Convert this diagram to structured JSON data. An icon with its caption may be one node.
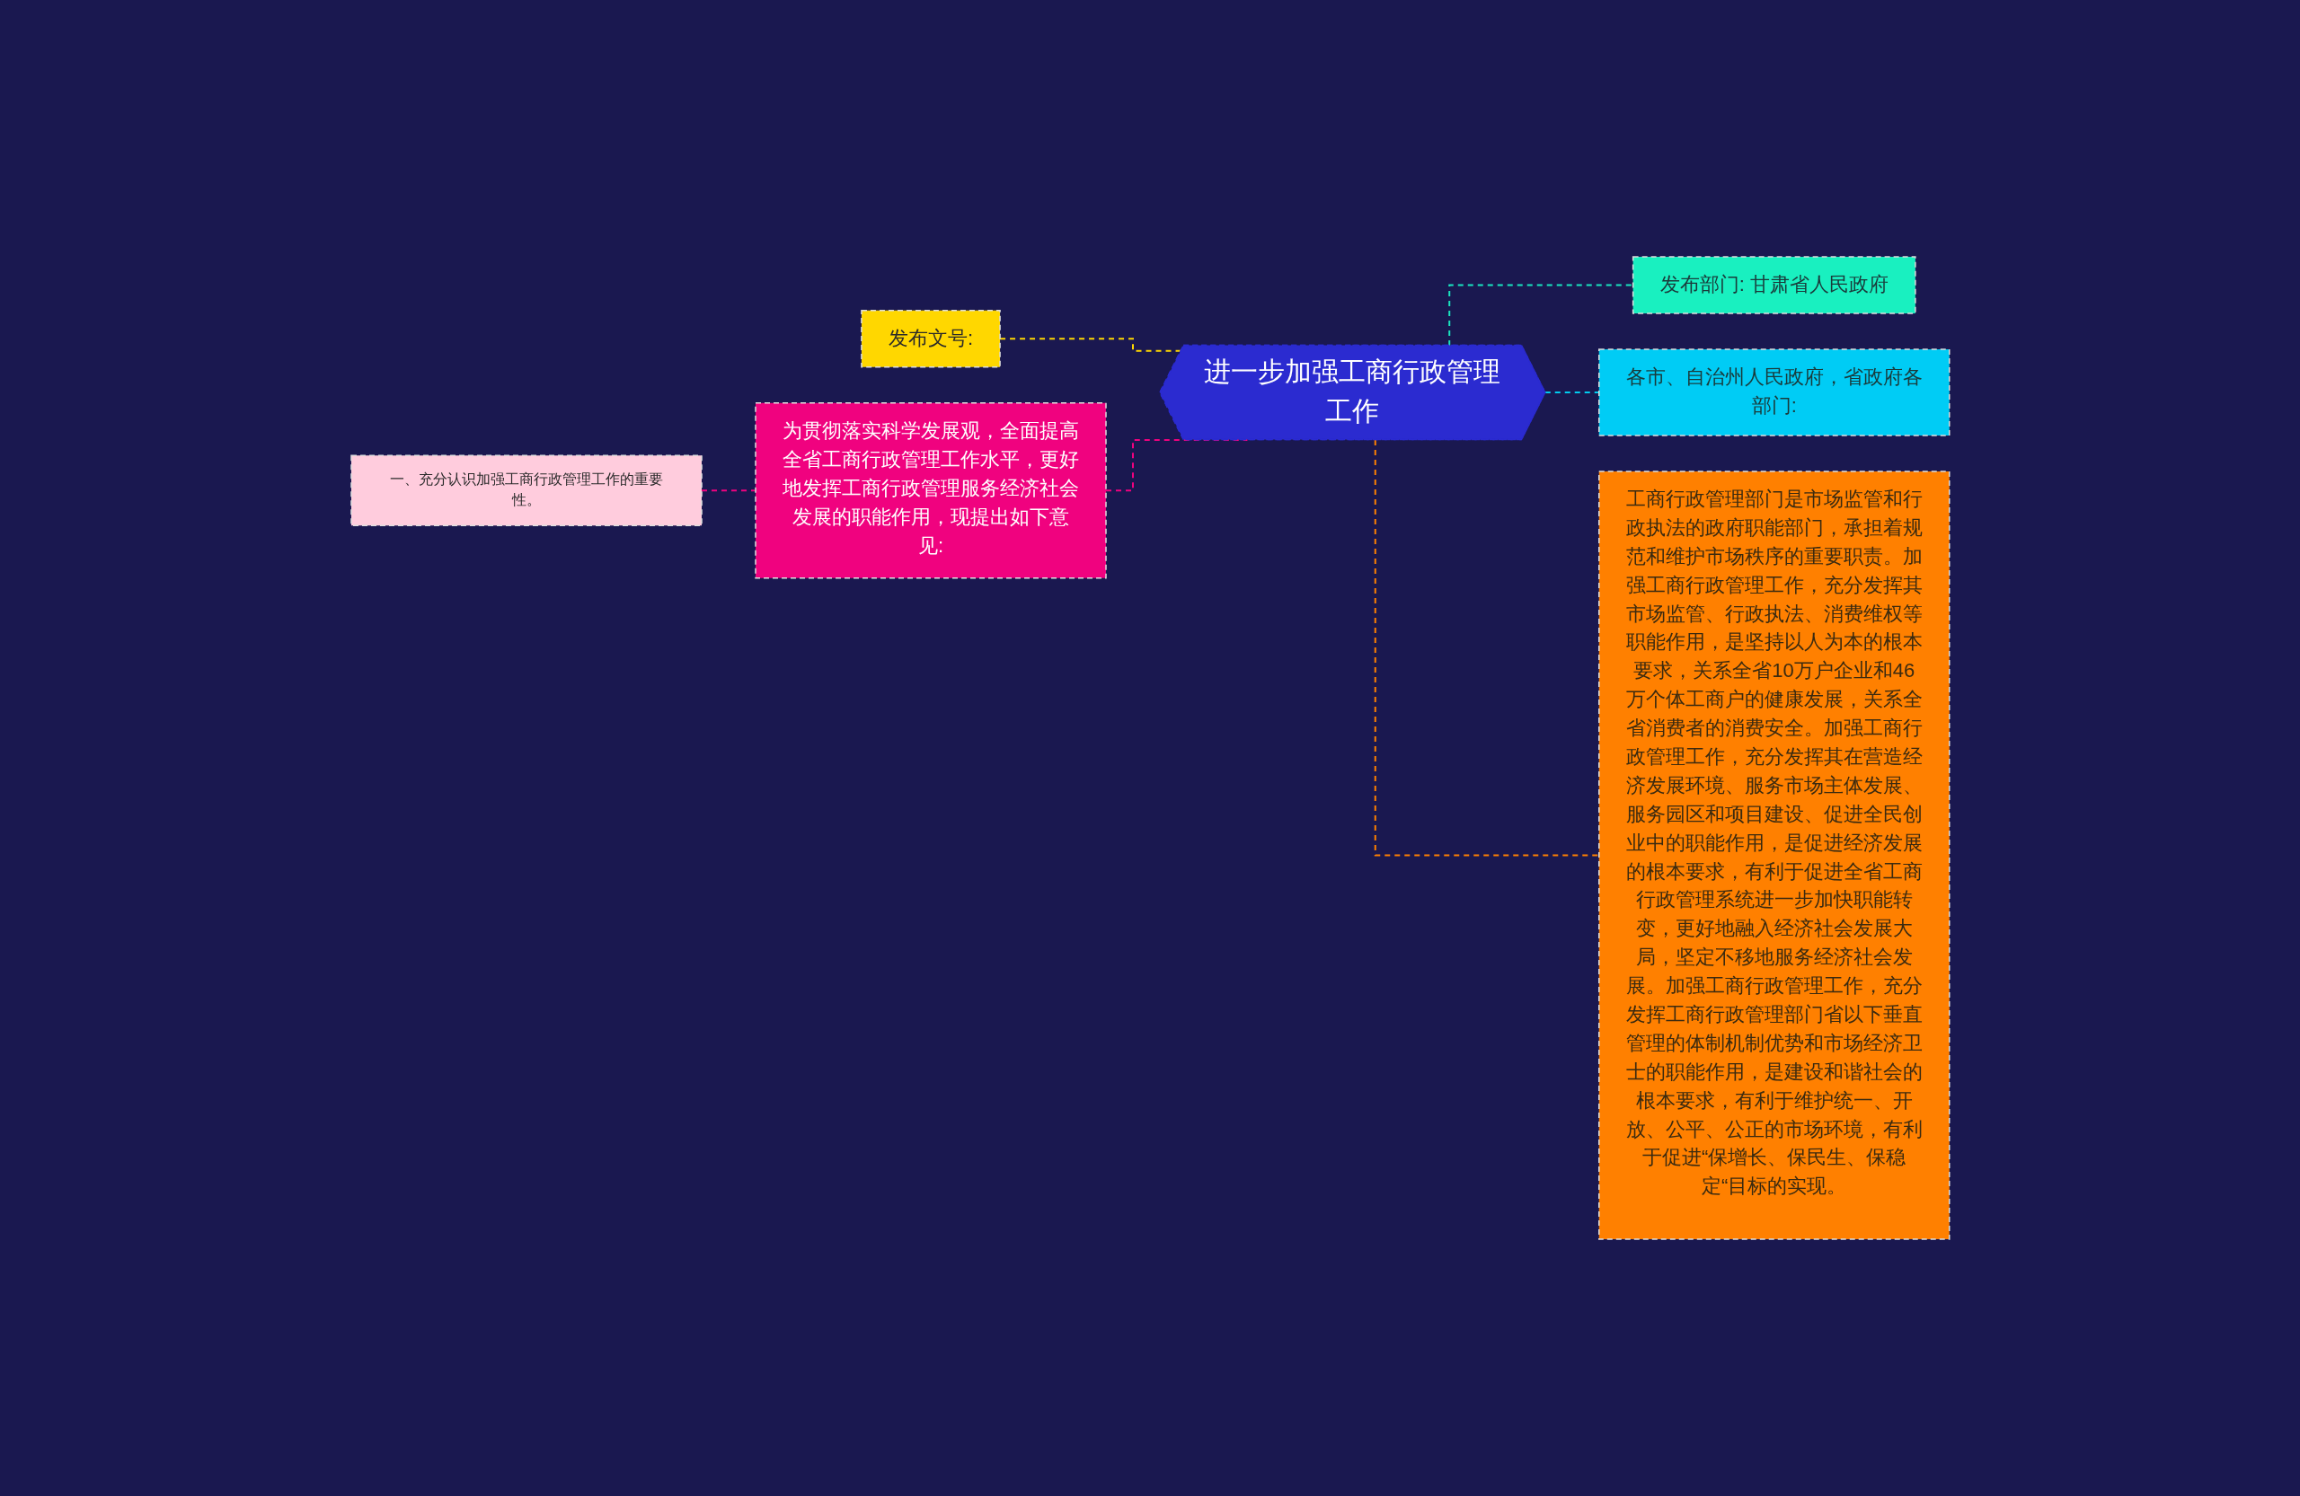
{
  "diagram": {
    "nodes": [
      {
        "text": [
          "进一步加强工商行政管理工作"
        ]
      },
      {
        "text": [
          "发布部门: 甘肃省人民政府"
        ]
      },
      {
        "text": [
          "各市、自治州人民政府，省政府各部门:"
        ]
      },
      {
        "text": [
          "工商行政管理部门是市场监管和行政执法的政府职能部门，承担着规范和维护市场秩序的重要职责。加强工商行政管理工作，充分发挥其市场监管、行政执法、消费维权等职能作用，是坚持以人为本的根本要求，关系全省10万户企业和46万个体工商户的健康发展，关系全省消费者的消费安全。加强工商行政管理工作，充分发挥其在营造经济发展环境、服务市场主体发展、服务园区和项目建设、促进全民创业中的职能作用，是促进经济发展的根本要求，有利于促进全省工商行政管理系统进一步加快职能转变，更好地融入经济社会发展大局，坚定不移地服务经济社会发展。加强工商行政管理工作，充分发挥工商行政管理部门省以下垂直管理的体制机制优势和市场经济卫士的职能作用，是建设和谐社会的根本要求，有利于维护统一、开放、公平、公正的市场环境，有利于促进“保增长、保民生、保稳定“目标的实现。"
        ]
      },
      {
        "text": [
          "发布文号:"
        ]
      },
      {
        "text": [
          "为贯彻落实科学发展观，全面提高全省工商行政管理工作水平，更好地发挥工商行政管理服务经济社会发展的职能作用，现提出如下意见:"
        ]
      },
      {
        "text": [
          "一、充分认识加强工商行政管理工作的重要性。"
        ]
      }
    ],
    "edges": [
      {
        "from": 0,
        "to": 1,
        "arrow": "none",
        "style": "dashed",
        "color": "#19e6c0"
      },
      {
        "from": 0,
        "to": 2,
        "arrow": "none",
        "style": "dashed",
        "color": "#00ccf0"
      },
      {
        "from": 0,
        "to": 3,
        "arrow": "none",
        "style": "dashed",
        "color": "#ff8000"
      },
      {
        "from": 4,
        "to": 0,
        "arrow": "none",
        "style": "dashed",
        "color": "#ffd700"
      },
      {
        "from": 5,
        "to": 0,
        "arrow": "none",
        "style": "dashed",
        "color": "#f0027f"
      },
      {
        "from": 6,
        "to": 5,
        "arrow": "none",
        "style": "dashed",
        "color": "#f0027f"
      }
    ]
  }
}
